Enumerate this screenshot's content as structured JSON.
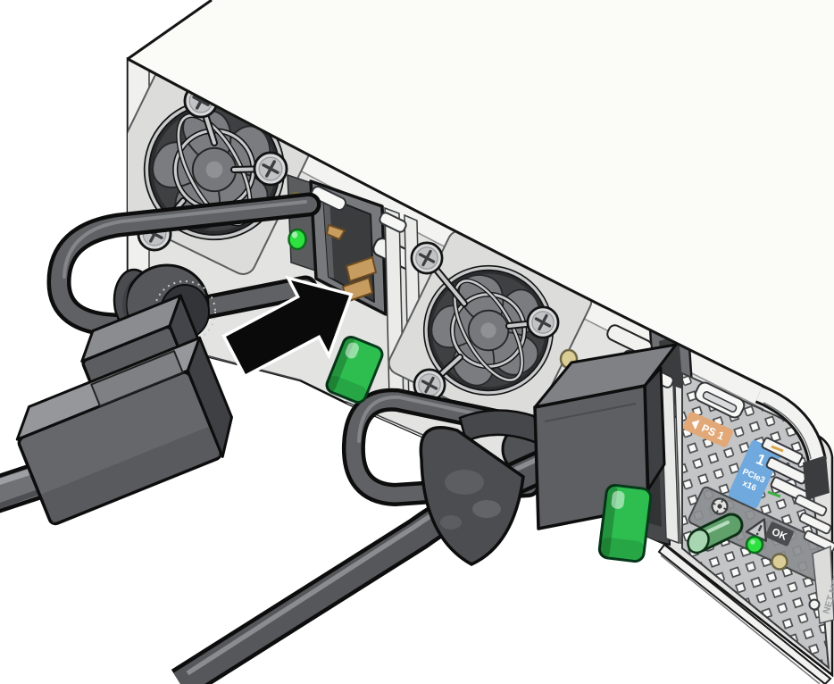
{
  "labels": {
    "ps1": {
      "pointer": "left-triangle",
      "text": "PS 1"
    },
    "pcie_slot": {
      "number": "1",
      "generation": "PCIe3",
      "lanes": "x16"
    },
    "ok": "OK",
    "net_mgt": "NET MGT"
  },
  "colors": {
    "clip_green": "#2DBE4F",
    "label_tan": "#E2A878",
    "label_blue": "#6FA9DE",
    "led_green": "#2EE040",
    "led_amber": "#DACD96",
    "locator_green": "#5FA06B",
    "ok_badge": "#4A4C4E"
  },
  "icons": {
    "insertion_arrow": "solid-black-arrow-into-ac-inlet",
    "warning": "triangle-exclamation",
    "locator": "circled-crosshair",
    "ps1_pointer": "left-triangle"
  }
}
